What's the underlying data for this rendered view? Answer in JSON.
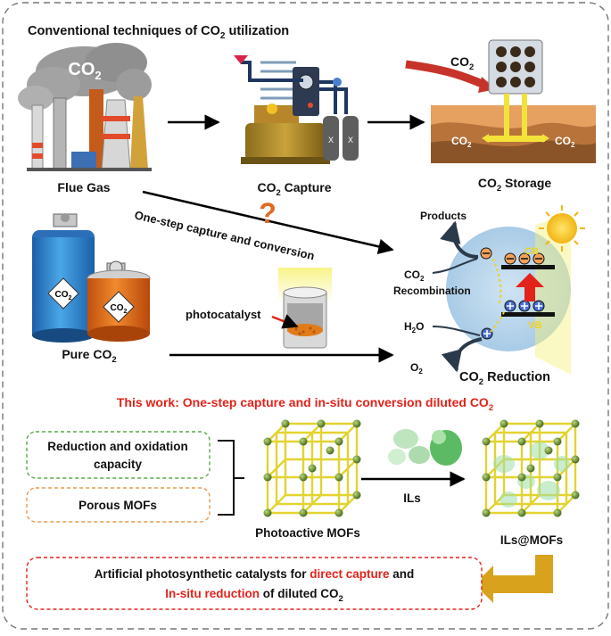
{
  "colors": {
    "accent_red": "#e2231a",
    "green_dash": "#5aa94a",
    "orange_dash": "#e89a4a",
    "red_dash": "#e2231a",
    "gold_arrow": "#d9a21c",
    "sun": "#f4c21a"
  },
  "top": {
    "heading": "Conventional techniques of CO",
    "heading_sub": "2",
    "heading_tail": " utilization",
    "flue_gas": "Flue Gas",
    "smoke_label": "CO",
    "smoke_sub": "2",
    "capture": "CO",
    "capture_sub": "2",
    "capture_tail": " Capture",
    "storage": "CO",
    "storage_sub": "2",
    "storage_tail": " Storage",
    "storage_arrow_label": "CO",
    "storage_arrow_sub": "2",
    "underground_left": "CO",
    "underground_left_sub": "2",
    "underground_right": "CO",
    "underground_right_sub": "2"
  },
  "middle": {
    "question_mark": "?",
    "one_step": "One-step capture and conversion",
    "pure_co2": "Pure CO",
    "pure_co2_sub": "2",
    "tank_label": "CO",
    "tank_label_sub": "2",
    "barrel_label": "CO",
    "barrel_label_sub": "2",
    "photocatalyst": "photocatalyst",
    "products": "Products",
    "co2_in": "CO",
    "co2_in_sub": "2",
    "recombination": "Recombination",
    "h2o": "H",
    "h2o_sub": "2",
    "h2o_tail": "O",
    "o2": "O",
    "o2_sub": "2",
    "cb": "CB",
    "vb": "VB",
    "reduction": "CO",
    "reduction_sub": "2",
    "reduction_tail": " Reduction"
  },
  "this_work": {
    "prefix": "This work:  One-step capture and in-situ conversion diluted CO",
    "sub": "2"
  },
  "bottom": {
    "box1_line1": "Reduction and oxidation",
    "box1_line2": "capacity",
    "box2": "Porous MOFs",
    "photoactive": "Photoactive MOFs",
    "ils": "ILs",
    "ils_mofs": "ILs@MOFs",
    "final_a": "Artificial photosynthetic catalysts for ",
    "final_b": "direct capture",
    "final_c": " and",
    "final_d": "In-situ reduction",
    "final_e": " of diluted CO",
    "final_sub": "2"
  }
}
